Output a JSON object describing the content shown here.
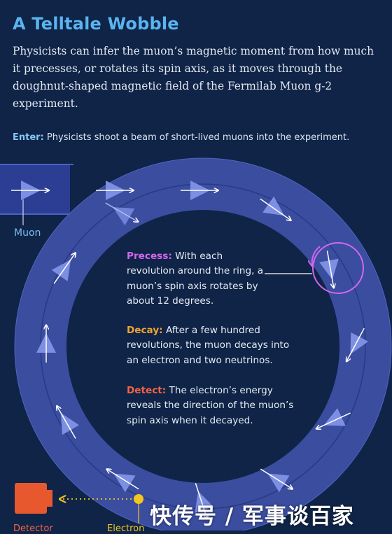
{
  "title": "A Telltale Wobble",
  "intro": "Physicists can infer the muon’s magnetic moment from how much it precesses, or rotates its spin axis, as it moves through the doughnut-shaped magnetic field of the Fermilab Muon g-2 experiment.",
  "enter": {
    "label": "Enter:",
    "text": "Physicists shoot a beam of short-lived muons into the experiment."
  },
  "labels": {
    "muon": "Muon",
    "detector": "Detector",
    "electron": "Electron"
  },
  "steps": {
    "precess": {
      "label": "Precess:",
      "text": "With each revolution around the ring, a muon’s spin axis rotates by about 12 degrees."
    },
    "decay": {
      "label": "Decay:",
      "text": "After a few hundred revolutions, the muon decays into an electron and two neutrinos."
    },
    "detect": {
      "label": "Detect:",
      "text": "The electron’s energy reveals the direction of the muon’s spin axis when it decayed."
    }
  },
  "watermark": "快传号 / 军事谈百家",
  "colors": {
    "background": "#0f2447",
    "ring": "#3a4d9e",
    "beam": "#2b3e93",
    "triangle": "#7c8fe2",
    "title": "#5ab4f0",
    "precess": "#d267ee",
    "decay": "#f2a532",
    "detect": "#f46445",
    "electron": "#f5c522",
    "detector": "#e8582e"
  }
}
